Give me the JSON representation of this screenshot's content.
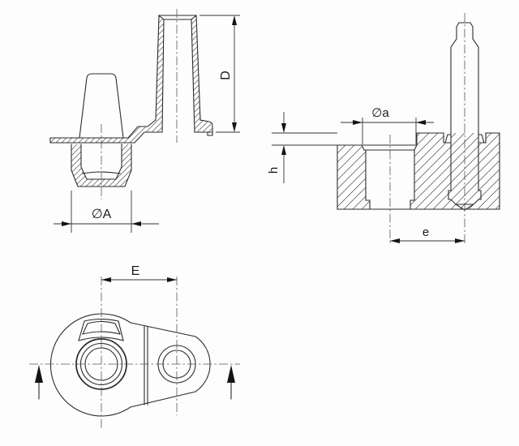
{
  "drawing": {
    "kind": "technical-drawing-3-views",
    "labels": {
      "D": "D",
      "A": "∅A",
      "a": "∅a",
      "h": "h",
      "e": "e",
      "E": "E"
    },
    "colors": {
      "background": "#fdfdfd",
      "line": "#2c2c2c",
      "dimension_line": "#333333",
      "text": "#1a1a1a"
    }
  }
}
